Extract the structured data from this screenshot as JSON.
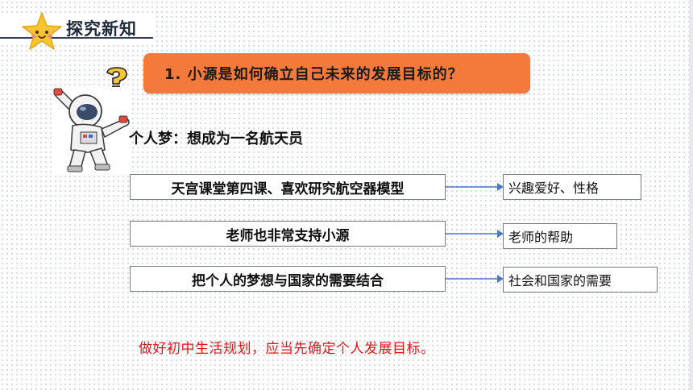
{
  "section": {
    "title": "探究新知"
  },
  "question": {
    "text": "1. 小源是如何确立自己未来的发展目标的？"
  },
  "dream": {
    "text": "个人梦：想成为一名航天员"
  },
  "rows": [
    {
      "reason": "天宫课堂第四课、喜欢研究航空器模型",
      "factor": "兴趣爱好、性格"
    },
    {
      "reason": "老师也非常支持小源",
      "factor": "老师的帮助"
    },
    {
      "reason": "把个人的梦想与国家的需要结合",
      "factor": "社会和国家的需要"
    }
  ],
  "conclusion": {
    "text": "做好初中生活规划，应当先确定个人发展目标。"
  },
  "colors": {
    "banner": "#f47a3c",
    "arrow": "#4a78c8",
    "conclusion": "#e3141b",
    "star": "#f7c531"
  },
  "icons": {
    "header": "smiling-star-icon",
    "question": "question-mark-icon",
    "illustration": "astronaut-dab-illustration"
  }
}
